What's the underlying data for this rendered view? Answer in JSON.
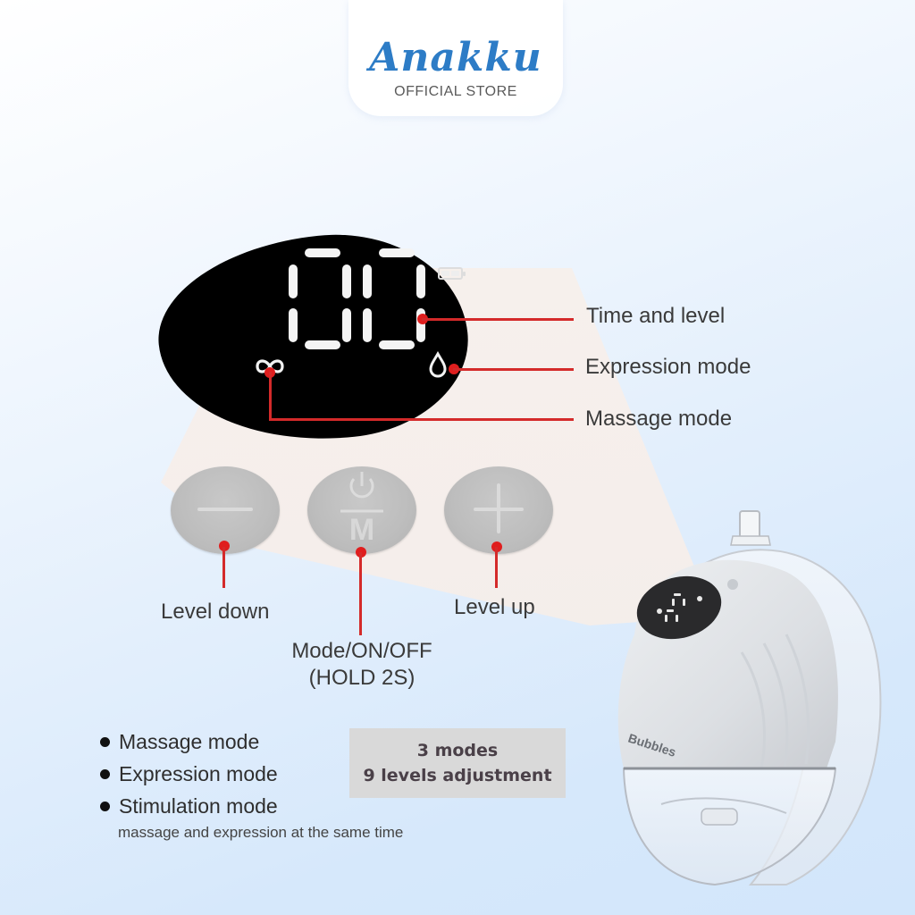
{
  "brand": {
    "logo_script": "Anakku",
    "logo_subtitle": "OFFICIAL STORE",
    "logo_color": "#2d7cc6"
  },
  "display": {
    "digits": "00",
    "icons": [
      "battery-icon",
      "infinity-icon",
      "water-drop-icon"
    ]
  },
  "callouts": [
    {
      "label": "Time and level",
      "points_to": "digit-display"
    },
    {
      "label": "Expression mode",
      "points_to": "water-drop-icon"
    },
    {
      "label": "Massage mode",
      "points_to": "infinity-icon"
    }
  ],
  "buttons": [
    {
      "icon": "minus-icon",
      "label": "Level down"
    },
    {
      "icon": "power-mode-icon",
      "glyph": "M",
      "label_line1": "Mode/ON/OFF",
      "label_line2": "(HOLD 2S)"
    },
    {
      "icon": "plus-icon",
      "label": "Level up"
    }
  ],
  "features": {
    "items": [
      "Massage mode",
      "Expression mode",
      "Stimulation mode"
    ],
    "note": "massage and expression at the same time"
  },
  "summary": {
    "line1": "3 modes",
    "line2": "9 levels adjustment"
  },
  "product": {
    "brand_text": "Bubbles"
  },
  "colors": {
    "accent_red": "#d42a2a",
    "button_gray": "#bdbdbd",
    "summary_bg": "#d9d9d9"
  }
}
